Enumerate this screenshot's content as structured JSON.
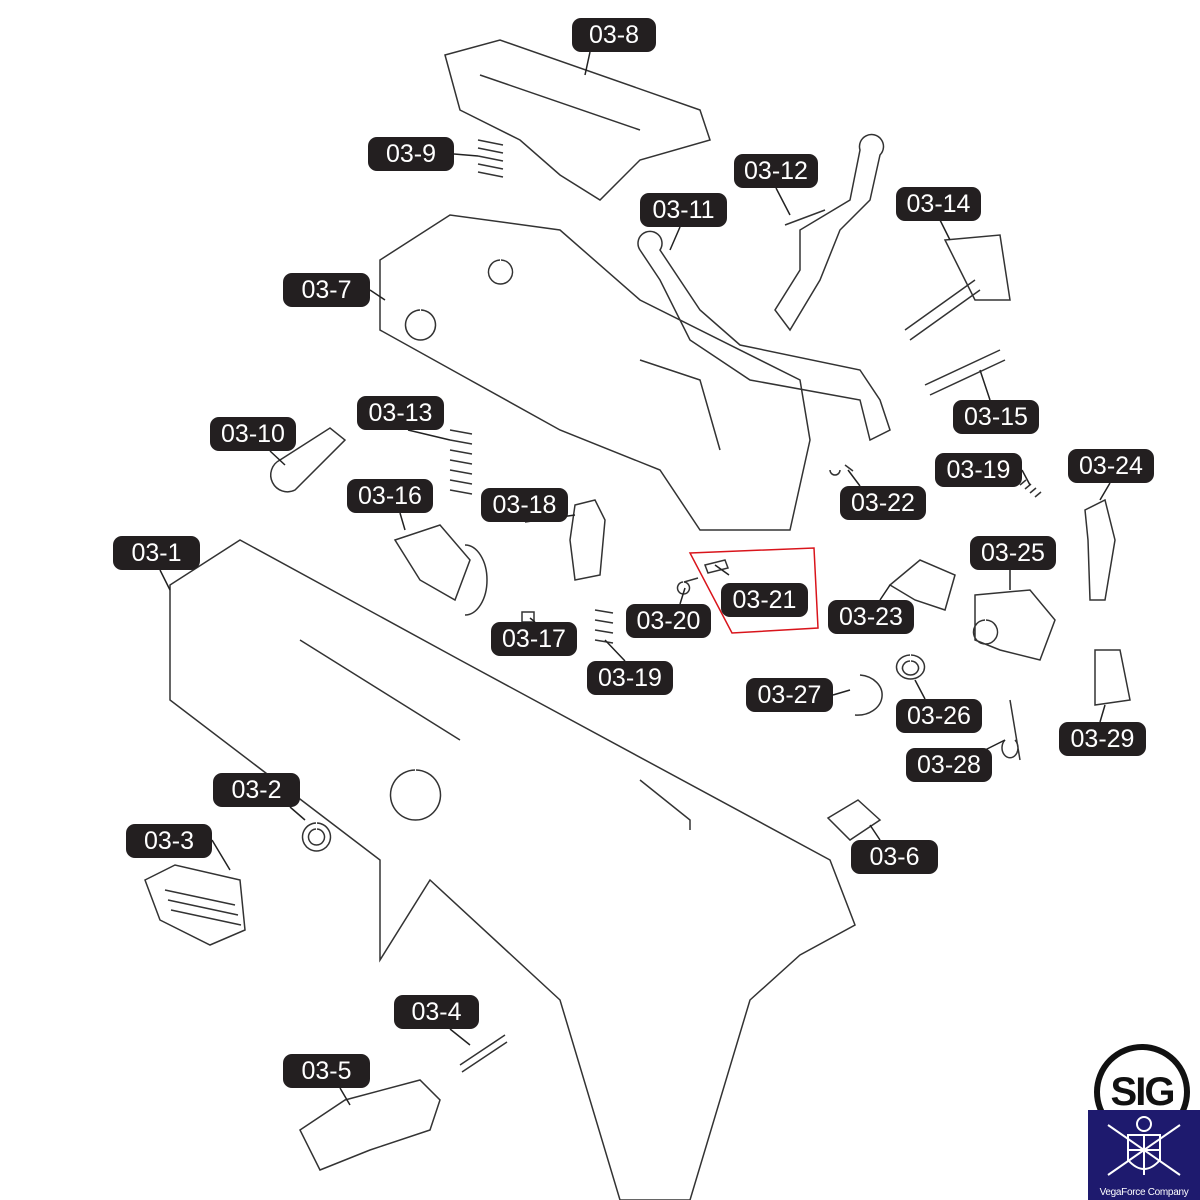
{
  "diagram": {
    "labels": [
      "03-8",
      "03-9",
      "03-12",
      "03-11",
      "03-14",
      "03-7",
      "03-15",
      "03-13",
      "03-10",
      "03-19",
      "03-24",
      "03-16",
      "03-18",
      "03-22",
      "03-1",
      "03-25",
      "03-21",
      "03-20",
      "03-23",
      "03-17",
      "03-19",
      "03-27",
      "03-26",
      "03-29",
      "03-28",
      "03-2",
      "03-6",
      "03-3",
      "03-4",
      "03-5"
    ],
    "highlight_color": "#d9141b",
    "highlighted_part": "03-21"
  },
  "logos": {
    "sig": "SIG",
    "vegaforce": "VegaForce Company"
  }
}
